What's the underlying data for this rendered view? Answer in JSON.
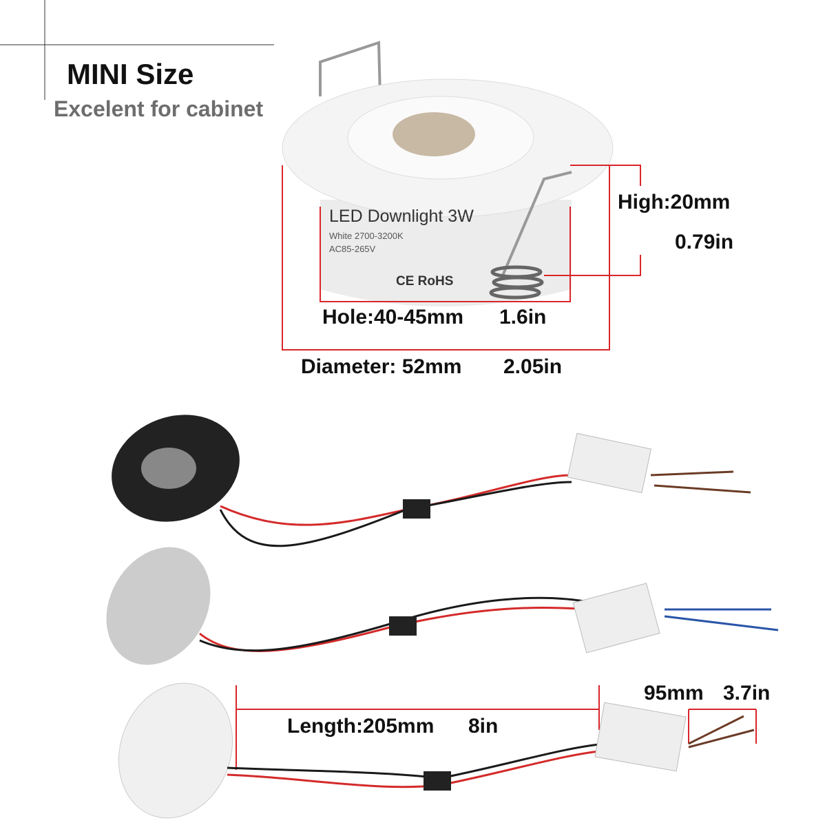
{
  "heading": {
    "title": "MINI Size",
    "subtitle": "Excelent for cabinet"
  },
  "dimensions": {
    "high_mm": "High:20mm",
    "high_in": "0.79in",
    "hole": "Hole:40-45mm",
    "hole_in": "1.6in",
    "diameter": "Diameter: 52mm",
    "diameter_in": "2.05in",
    "length": "Length:205mm",
    "length_in": "8in",
    "lead_mm": "95mm",
    "lead_in": "3.7in"
  },
  "product_label": {
    "line1": "LED Downlight 3W",
    "line2": "White 2700-3200K",
    "line3": "AC85-265V",
    "marks": "CE RoHS"
  },
  "colors": {
    "dimension_line": "#d9252a",
    "subtitle": "#6d6d6d",
    "wire_red": "#d42a2a",
    "wire_black": "#1a1a1a"
  }
}
